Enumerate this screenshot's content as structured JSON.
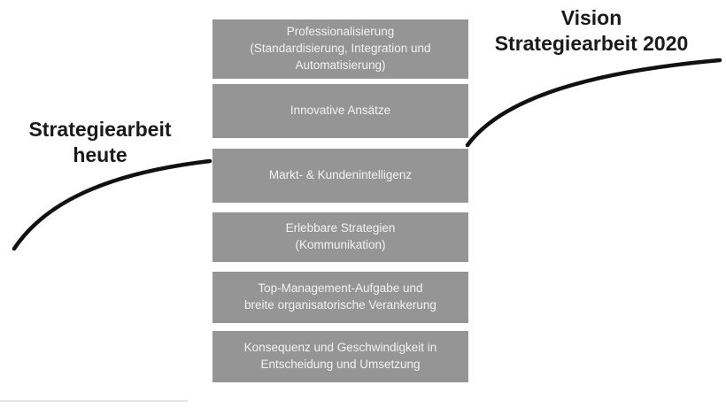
{
  "diagram": {
    "left_label": {
      "lines": [
        "Strategiearbeit",
        "heute"
      ]
    },
    "right_label": {
      "lines": [
        "Vision",
        "Strategiearbeit 2020"
      ]
    },
    "boxes": [
      {
        "lines": [
          "Professionalisierung",
          "(Standardisierung, Integration und",
          "Automatisierung)"
        ]
      },
      {
        "lines": [
          "Innovative Ansätze"
        ]
      },
      {
        "lines": [
          "Markt- & Kundenintelligenz"
        ]
      },
      {
        "lines": [
          "Erlebbare Strategien",
          "(Kommunikation)"
        ]
      },
      {
        "lines": [
          "Top-Management-Aufgabe und",
          "breite organisatorische Verankerung"
        ]
      },
      {
        "lines": [
          "Konsequenz und Geschwindigkeit in",
          "Entscheidung und Umsetzung"
        ]
      }
    ],
    "colors": {
      "box_bg": "#959595",
      "box_text": "#f2f2f2",
      "label_text": "#1a1a1a",
      "curve": "#111111",
      "bottom_line": "#e4e4e4"
    }
  }
}
